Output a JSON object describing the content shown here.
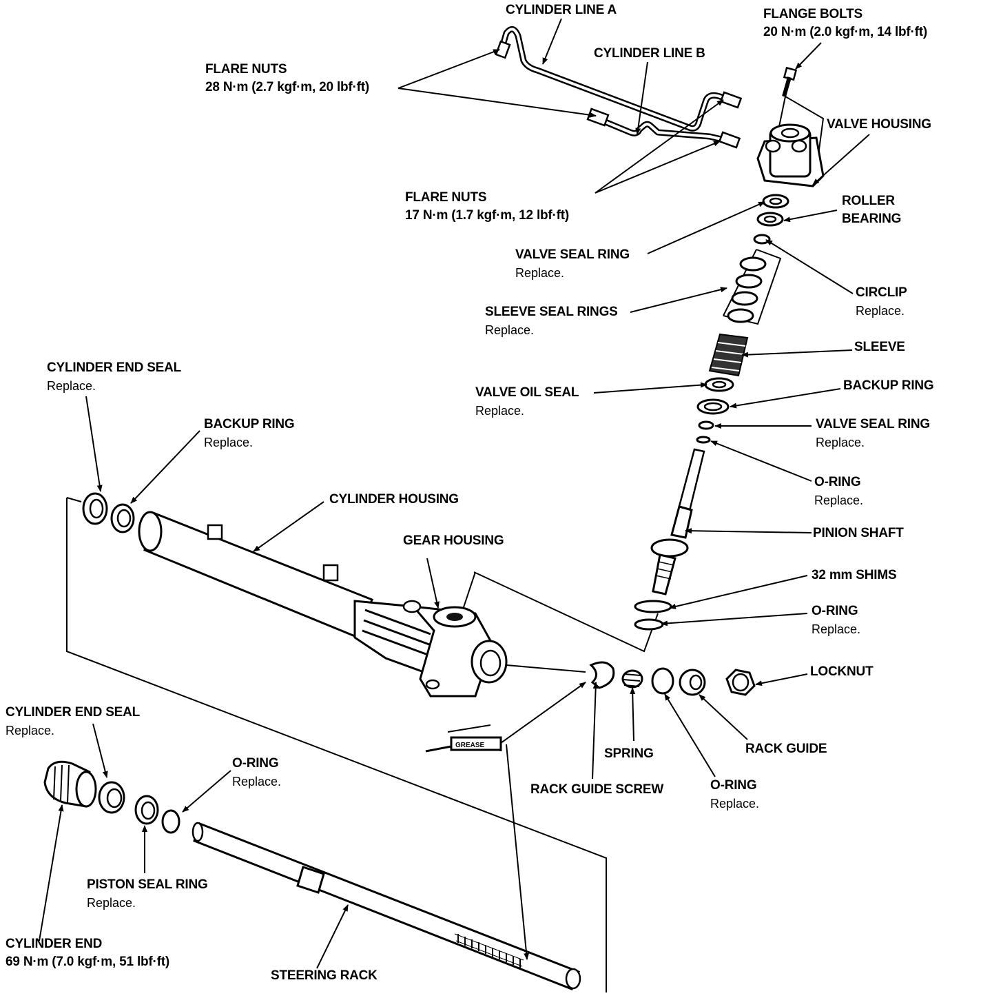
{
  "labels": {
    "cylinder_line_a": {
      "title": "CYLINDER LINE A"
    },
    "flange_bolts": {
      "title": "FLANGE BOLTS",
      "spec": "20 N·m (2.0 kgf·m, 14 lbf·ft)"
    },
    "cylinder_line_b": {
      "title": "CYLINDER LINE B"
    },
    "flare_nuts_28": {
      "title": "FLARE NUTS",
      "spec": "28 N·m (2.7 kgf·m, 20 lbf·ft)"
    },
    "valve_housing": {
      "title": "VALVE HOUSING"
    },
    "flare_nuts_17": {
      "title": "FLARE NUTS",
      "spec": "17 N·m (1.7 kgf·m, 12 lbf·ft)"
    },
    "roller_bearing": {
      "title": "ROLLER",
      "title2": "BEARING"
    },
    "valve_seal_ring_top": {
      "title": "VALVE SEAL RING",
      "note": "Replace."
    },
    "circlip": {
      "title": "CIRCLIP",
      "note": "Replace."
    },
    "sleeve_seal_rings": {
      "title": "SLEEVE SEAL RINGS",
      "note": "Replace."
    },
    "sleeve": {
      "title": "SLEEVE"
    },
    "cylinder_end_seal_top": {
      "title": "CYLINDER END SEAL",
      "note": "Replace."
    },
    "valve_oil_seal": {
      "title": "VALVE OIL SEAL",
      "note": "Replace."
    },
    "backup_ring_right": {
      "title": "BACKUP RING"
    },
    "backup_ring_left": {
      "title": "BACKUP RING",
      "note": "Replace."
    },
    "valve_seal_ring_right": {
      "title": "VALVE SEAL RING",
      "note": "Replace."
    },
    "o_ring_pinion": {
      "title": "O-RING",
      "note": "Replace."
    },
    "cylinder_housing": {
      "title": "CYLINDER HOUSING"
    },
    "pinion_shaft": {
      "title": "PINION SHAFT"
    },
    "gear_housing": {
      "title": "GEAR HOUSING"
    },
    "shims": {
      "title": "32 mm SHIMS"
    },
    "o_ring_lower": {
      "title": "O-RING",
      "note": "Replace."
    },
    "locknut": {
      "title": "LOCKNUT"
    },
    "cylinder_end_seal_bottom": {
      "title": "CYLINDER END SEAL",
      "note": "Replace."
    },
    "spring": {
      "title": "SPRING"
    },
    "rack_guide": {
      "title": "RACK GUIDE"
    },
    "o_ring_left": {
      "title": "O-RING",
      "note": "Replace."
    },
    "rack_guide_screw": {
      "title": "RACK GUIDE SCREW"
    },
    "o_ring_guide": {
      "title": "O-RING",
      "note": "Replace."
    },
    "piston_seal_ring": {
      "title": "PISTON SEAL RING",
      "note": "Replace."
    },
    "cylinder_end": {
      "title": "CYLINDER END",
      "spec": "69 N·m (7.0 kgf·m, 51 lbf·ft)"
    },
    "steering_rack": {
      "title": "STEERING RACK"
    }
  },
  "grease_tube_text": "GREASE"
}
